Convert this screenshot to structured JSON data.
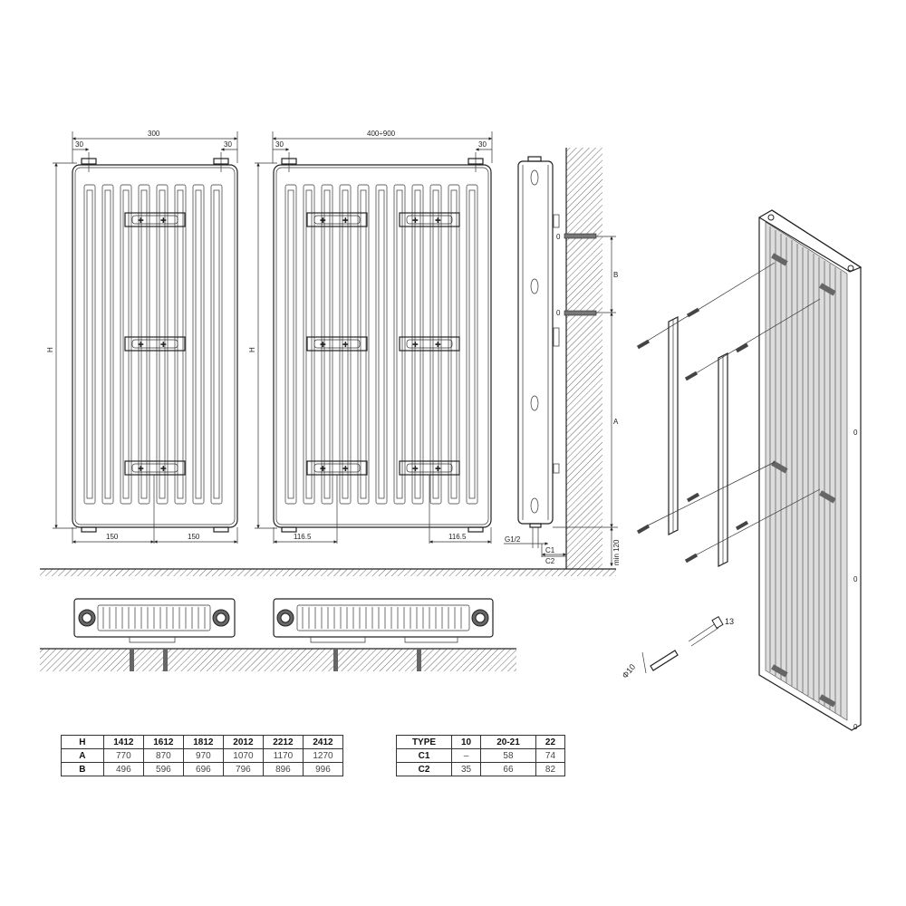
{
  "drawing": {
    "front_view_single": {
      "width_label": "300",
      "edge_left": "30",
      "edge_right": "30",
      "height_label": "H",
      "bottom_left": "150",
      "bottom_right": "150"
    },
    "front_view_double": {
      "width_label": "400÷900",
      "edge_left": "30",
      "edge_right": "30",
      "height_label": "H",
      "bottom_left": "116.5",
      "bottom_right": "116.5"
    },
    "side_view": {
      "dim_b": "B",
      "dim_a": "A",
      "connection": "G1/2",
      "c1": "C1",
      "c2": "C2",
      "floor_clearance": "min 120"
    },
    "exploded_view": {
      "dowel_label": "Φ10",
      "screw_label": "13"
    }
  },
  "table_heights": {
    "header": [
      "H",
      "1412",
      "1612",
      "1812",
      "2012",
      "2212",
      "2412"
    ],
    "rows": [
      [
        "A",
        "770",
        "870",
        "970",
        "1070",
        "1170",
        "1270"
      ],
      [
        "B",
        "496",
        "596",
        "696",
        "796",
        "896",
        "996"
      ]
    ]
  },
  "table_types": {
    "header": [
      "TYPE",
      "10",
      "20-21",
      "22"
    ],
    "rows": [
      [
        "C1",
        "–",
        "58",
        "74"
      ],
      [
        "C2",
        "35",
        "66",
        "82"
      ]
    ]
  },
  "colors": {
    "line": "#222222",
    "hatch": "#555555",
    "background": "#ffffff"
  }
}
